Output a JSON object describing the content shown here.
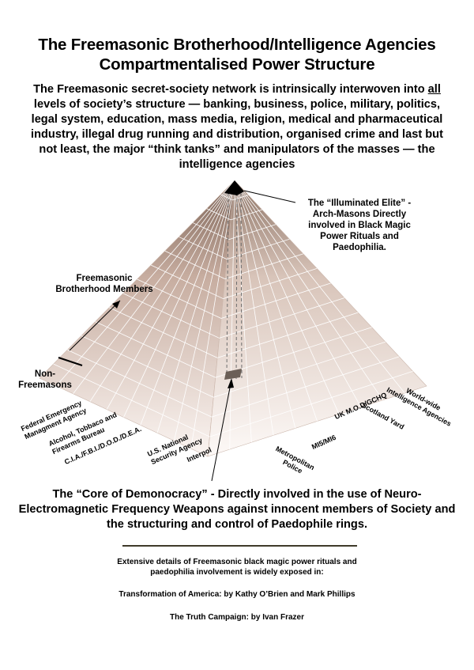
{
  "title_line1": "The Freemasonic Brotherhood/Intelligence Agencies",
  "title_line2": "Compartmentalised Power Structure",
  "intro": {
    "before": "The Freemasonic secret-society network is intrinsically interwoven into ",
    "emphasis": "all",
    "after": " levels of society’s structure — banking, business, police, military, politics, legal system, education, mass media, religion, medical and pharmaceutical industry, illegal drug running and distribution, organised crime and last but not least, the major “think tanks” and manipulators of the masses — the intelligence agencies"
  },
  "labels": {
    "elite": [
      "The “Illuminated Elite” -",
      "Arch-Masons Directly",
      "involved in Black Magic",
      "Power Rituals and",
      "Paedophilia."
    ],
    "members": [
      "Freemasonic",
      "Brotherhood Members"
    ],
    "non_members": [
      "Non-",
      "Freemasons"
    ]
  },
  "left_face": [
    [
      "Federal Emergency",
      "Managment Agency"
    ],
    [
      "Alcohol, Tobbaco and",
      "Firearms Bureau"
    ],
    [
      "C.I.A./F.B.I./D.O.D./D.E.A."
    ],
    [
      "U.S. National",
      "Security Agency"
    ],
    [
      "Interpol"
    ]
  ],
  "right_face": [
    [
      "World-wide",
      "Intelligence Agencies"
    ],
    [
      "Scotland Yard"
    ],
    [
      "UK M.O.D/GCHQ"
    ],
    [
      "MI5/MI6"
    ],
    [
      "Metropolitan",
      "Police"
    ]
  ],
  "core_text": "The “Core of Demonocracy” - Directly involved in the use of Neuro-Electromagnetic Frequency Weapons against innocent members of Society and the structuring and control of Paedophile rings.",
  "footer": {
    "line1": "Extensive details of Freemasonic black magic power rituals and",
    "line2": "paedophilia involvement is widely exposed in:",
    "book1": "Transformation of America: by Kathy O’Brien and Mark Phillips",
    "book2": "The Truth Campaign: by Ivan Frazer"
  },
  "colors": {
    "pyramid_light": "#fdf8f5",
    "pyramid_dark": "#b79a8a",
    "grid": "#ffffff",
    "apex": "#000000",
    "core_box": "#6b5f57",
    "rule": "#3f3a2a"
  }
}
